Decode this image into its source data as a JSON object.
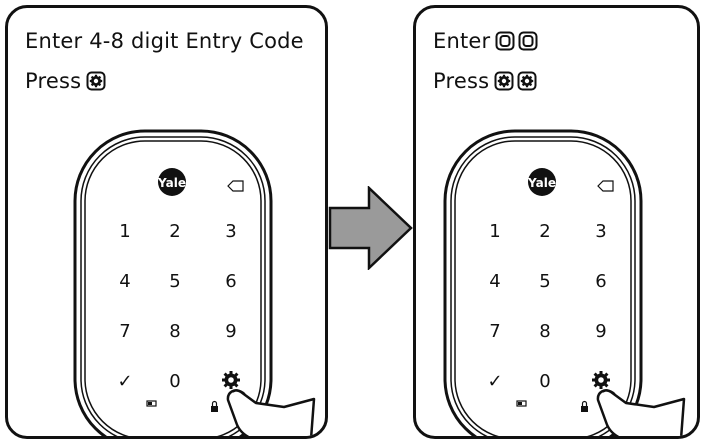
{
  "steps": [
    {
      "line1": "Enter 4-8 digit Entry Code",
      "line2": "Press",
      "line1_icons": [],
      "line2_icons": [
        "settings-key-icon"
      ]
    },
    {
      "line1": "Enter",
      "line2": "Press",
      "line1_icons": [
        "zero-key-icon",
        "zero-key-icon"
      ],
      "line2_icons": [
        "settings-key-icon",
        "settings-key-icon"
      ]
    }
  ],
  "keypad": {
    "brand": "Yale",
    "keys": [
      "1",
      "2",
      "3",
      "4",
      "5",
      "6",
      "7",
      "8",
      "9",
      "✓",
      "0"
    ],
    "pressed_key": "settings-key-icon"
  },
  "colors": {
    "line": "#111111",
    "arrow_fill": "#9a9a9a",
    "brand_badge": "#111111"
  }
}
